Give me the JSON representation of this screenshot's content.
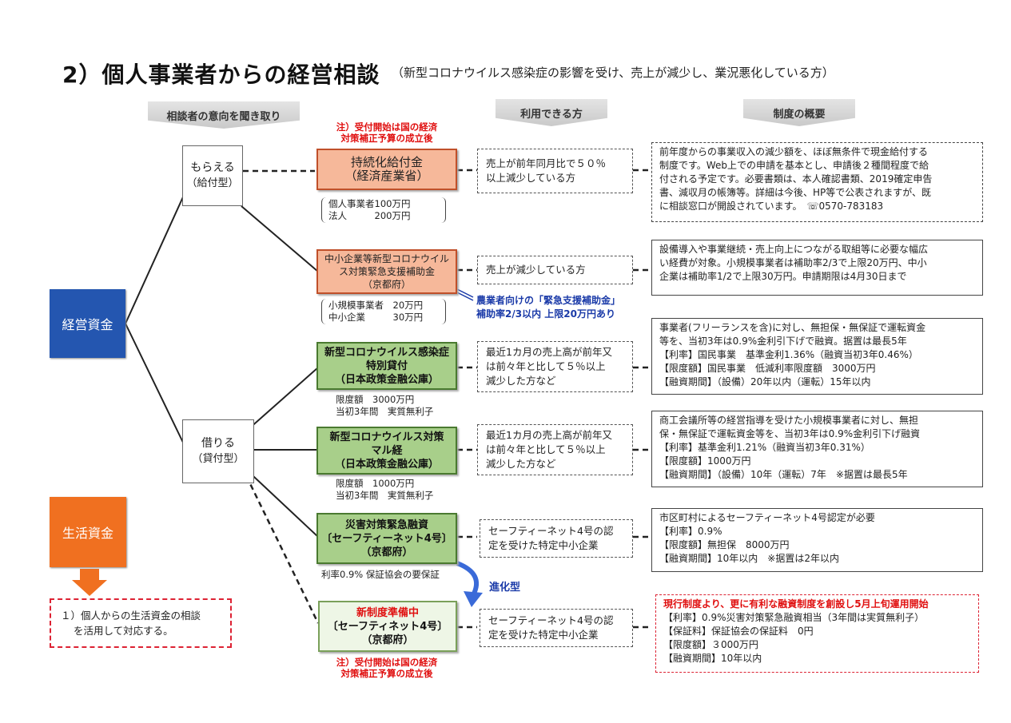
{
  "title": "2）個人事業者からの経営相談",
  "subtitle": "（新型コロナウイルス感染症の影響を受け、売上が減少し、業況悪化している方）",
  "headers": {
    "hearing": "相談者の意向を聞き取り",
    "eligible": "利用できる方",
    "overview": "制度の概要"
  },
  "funds": {
    "business": "経営資金",
    "living": "生活資金"
  },
  "categories": {
    "grant": {
      "label": "もらえる",
      "sub": "（給付型）"
    },
    "loan": {
      "label": "借りる",
      "sub": "（貸付型）"
    }
  },
  "red_note_top": [
    "注）受付開始は国の経済",
    "対策補正予算の成立後"
  ],
  "red_note_bottom": [
    "注）受付開始は国の経済",
    "対策補正予算の成立後"
  ],
  "programs": [
    {
      "title": [
        "持続化給付金",
        "（経済産業省）"
      ],
      "notes": [
        "個人事業者100万円",
        "法人　　　200万円"
      ],
      "eligible": [
        "売上が前年同月比で５０％",
        "以上減少している方"
      ],
      "overview": [
        "前年度からの事業収入の減少額を、ほぼ無条件で現金給付する",
        "制度です。Web上での申請を基本とし、申請後２種間程度で給",
        "付される予定です。必要書類は、本人確認書類、2019確定申告",
        "書、減収月の帳簿等。詳細は今後、HP等で公表されますが、既",
        "に相談窓口が開設されています。　☏0570-783183"
      ]
    },
    {
      "title": [
        "中小企業等新型コロナウイル",
        "ス対策緊急支援補助金",
        "（京都府）"
      ],
      "notes": [
        "小規模事業者　20万円",
        "中小企業　　　30万円"
      ],
      "eligible": [
        "売上が減少している方"
      ],
      "overview": [
        "設備導入や事業継続・売上向上につながる取組等に必要な幅広",
        "い経費が対象。小規模事業者は補助率2/3で上限20万円、中小",
        "企業は補助率1/2で上限30万円。申請期限は4月30日まで"
      ],
      "farm_note": [
        "農業者向けの「緊急支援補助金」",
        "補助率2/3以内 上限20万円あり"
      ]
    },
    {
      "title": [
        "新型コロナウイルス感染症",
        "特別貸付",
        "（日本政策金融公庫）"
      ],
      "notes": [
        "限度額　3000万円",
        "当初3年間　実質無利子"
      ],
      "eligible": [
        "最近1カ月の売上高が前年又",
        "は前々年と比して５％以上",
        "減少した方など"
      ],
      "overview": [
        "事業者(フリーランスを含)に対し、無担保・無保証で運転資金",
        "等を、当初3年は0.9%金利引下げで融資。据置は最長5年",
        "【利率】国民事業　基準金利1.36%（融資当初3年0.46%）",
        "【限度額】国民事業　低減利率限度額　3000万円",
        "【融資期間】（設備）20年以内（運転）15年以内"
      ]
    },
    {
      "title": [
        "新型コロナウイルス対策",
        "マル経",
        "（日本政策金融公庫）"
      ],
      "notes": [
        "限度額　1000万円",
        "当初3年間　実質無利子"
      ],
      "eligible": [
        "最近1カ月の売上高が前年又",
        "は前々年と比して５％以上",
        "減少した方など"
      ],
      "overview": [
        "商工会議所等の経営指導を受けた小規模事業者に対し、無担",
        "保・無保証で運転資金等を、当初3年は0.9%金利引下げ融資",
        "【利率】基準金利1.21%（融資当初3年0.31%）",
        "【限度額】1000万円",
        "【融資期間】（設備）10年（運転）7年　※据置は最長5年"
      ]
    },
    {
      "title": [
        "災害対策緊急融資",
        "〔セーフティーネット4号〕",
        "（京都府）"
      ],
      "notes": [
        "利率0.9% 保証協会の要保証"
      ],
      "eligible": [
        "セーフティーネット4号の認",
        "定を受けた特定中小企業"
      ],
      "overview": [
        "市区町村によるセーフティーネット4号認定が必要",
        "【利率】0.9%",
        "【限度額】無担保　8000万円",
        "【融資期間】10年以内　※据置は2年以内"
      ]
    },
    {
      "title": [
        "新制度準備中",
        "〔セーフティネット4号〕",
        "（京都府）"
      ],
      "eligible": [
        "セーフティーネット4号の認",
        "定を受けた特定中小企業"
      ],
      "overview_lead": "現行制度より、更に有利な融資制度を創設し5月上旬運用開始",
      "overview": [
        "【利率】0.9%災害対策緊急融資相当（3年間は実質無利子）",
        "【保証料】保証協会の保証料　0円",
        "【限度額】３000万円",
        "【融資期間】10年以内"
      ]
    }
  ],
  "evolution_label": "進化型",
  "living_note": [
    "１）個人からの生活資金の相談",
    "を活用して対応する。"
  ],
  "colors": {
    "business_fund": "#2456b0",
    "living_fund": "#f07020",
    "red": "#e01010",
    "blue": "#1a3aa8"
  }
}
